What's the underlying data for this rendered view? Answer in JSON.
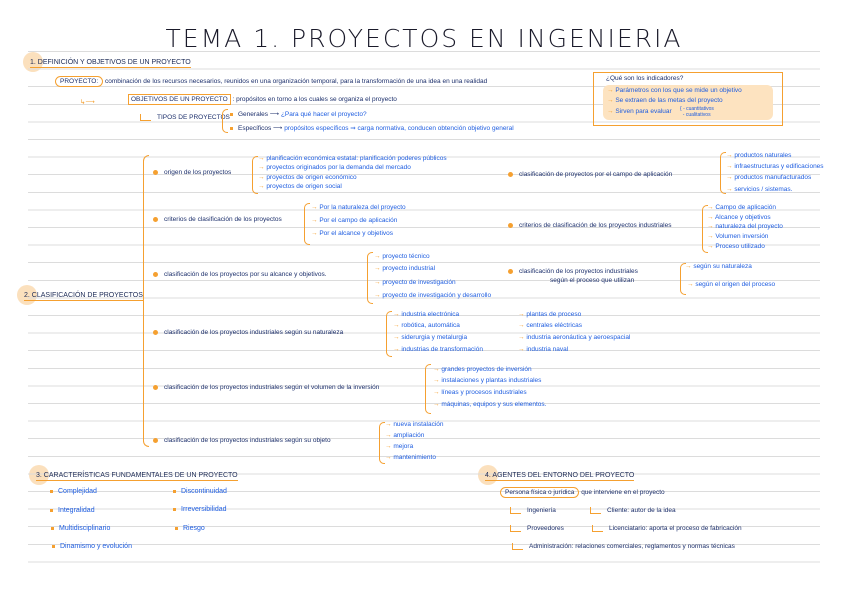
{
  "title": "TEMA 1. PROYECTOS EN INGENIERIA",
  "colors": {
    "accent": "#f5a030",
    "text": "#1c2f6b",
    "items": "#1e5de0",
    "highlight": "#fde3c0"
  },
  "s1": {
    "heading_num": "1.",
    "heading": "Definición y objetivos de un proyecto",
    "proyecto_label": "PROYECTO:",
    "proyecto_def": "combinación de los recursos necesarios, reunidos en una organización temporal, para la transformación de una idea en una realidad",
    "objetivos_label": "OBJETIVOS DE UN PROYECTO",
    "objetivos_def": ": propósitos en torno a los cuales se organiza el proyecto",
    "tipos_label": "TIPOS DE PROYECTOS",
    "generales": "Generales ⟶",
    "generales_q": "¿Para qué hacer el proyecto?",
    "especificos": "Específicos ⟶",
    "especificos_def": "propósitos específicos ⇒ carga normativa, conducen obtención objetivo general"
  },
  "indicators": {
    "question": "¿Qué son los indicadores?",
    "items": [
      "Parámetros con los que se mide un objetivo",
      "Se extraen de las metas del proyecto",
      "Sirven para evaluar"
    ],
    "kinds": [
      "- cuantitativos",
      "- cualitativos"
    ]
  },
  "s2": {
    "heading_num": "2.",
    "heading": "Clasificación de proyectos",
    "origen": {
      "label": "origen de los proyectos",
      "items": [
        "planificación económica estatal: planificación poderes públicos",
        "proyectos originados por la demanda del mercado",
        "proyectos de origen económico",
        "proyectos de origen social"
      ]
    },
    "criterios": {
      "label": "criterios de clasificación de los proyectos",
      "items": [
        "Por la naturaleza del proyecto",
        "Por el campo de aplicación",
        "Por el alcance y objetivos"
      ]
    },
    "alcance": {
      "label": "clasificación de los proyectos por su alcance y objetivos.",
      "items": [
        "proyecto técnico",
        "proyecto industrial",
        "proyecto de investigación",
        "proyecto de investigación y desarrollo"
      ]
    },
    "naturaleza": {
      "label": "clasificación de los proyectos industriales según su naturaleza",
      "items": [
        "industria electrónica",
        "robótica, automática",
        "siderurgia y metalurgia",
        "industrias de transformación"
      ],
      "items2": [
        "plantas de proceso",
        "centrales eléctricas",
        "industria aeronáutica y aeroespacial",
        "industria naval"
      ]
    },
    "volumen": {
      "label": "clasificación de los proyectos industriales según el volumen de la inversión",
      "items": [
        "grandes proyectos de inversión",
        "instalaciones y plantas industriales",
        "líneas y procesos industriales",
        "máquinas, equipos y sus elementos."
      ]
    },
    "objeto": {
      "label": "clasificación de los proyectos industriales según su objeto",
      "items": [
        "nueva instalación",
        "ampliación",
        "mejora",
        "mantenimiento"
      ]
    },
    "campo": {
      "label": "clasificación de proyectos por el campo de aplicación",
      "items": [
        "productos naturales",
        "infraestructuras y edificaciones",
        "productos manufacturados",
        "servicios / sistemas."
      ]
    },
    "crit_ind": {
      "label": "criterios de clasificación de los proyectos industriales",
      "items": [
        "Campo de aplicación",
        "Alcance y objetivos",
        "naturaleza del proyecto",
        "Volumen inversión",
        "Proceso utilizado"
      ]
    },
    "proceso": {
      "label1": "clasificación de los proyectos industriales",
      "label2": "según el proceso que utilizan",
      "items": [
        "según su naturaleza",
        "según el origen del proceso"
      ]
    }
  },
  "s3": {
    "heading_num": "3.",
    "heading": "Características fundamentales de un proyecto",
    "col1": [
      "Complejidad",
      "Integralidad",
      "Multidisciplinario",
      "Dinamismo y evolución"
    ],
    "col2": [
      "Discontinuidad",
      "Irreversibilidad",
      "Riesgo"
    ]
  },
  "s4": {
    "heading_num": "4.",
    "heading": "Agentes del entorno del proyecto",
    "persona": "Persona física o jurídica",
    "persona_def": "que interviene en el proyecto",
    "ingenieria": "Ingeniería",
    "cliente": "Cliente: autor de la idea",
    "proveedores": "Proveedores",
    "licenciatario": "Licenciatario: aporta el proceso de fabricación",
    "administracion": "Administración: relaciones comerciales, reglamentos y normas técnicas"
  }
}
